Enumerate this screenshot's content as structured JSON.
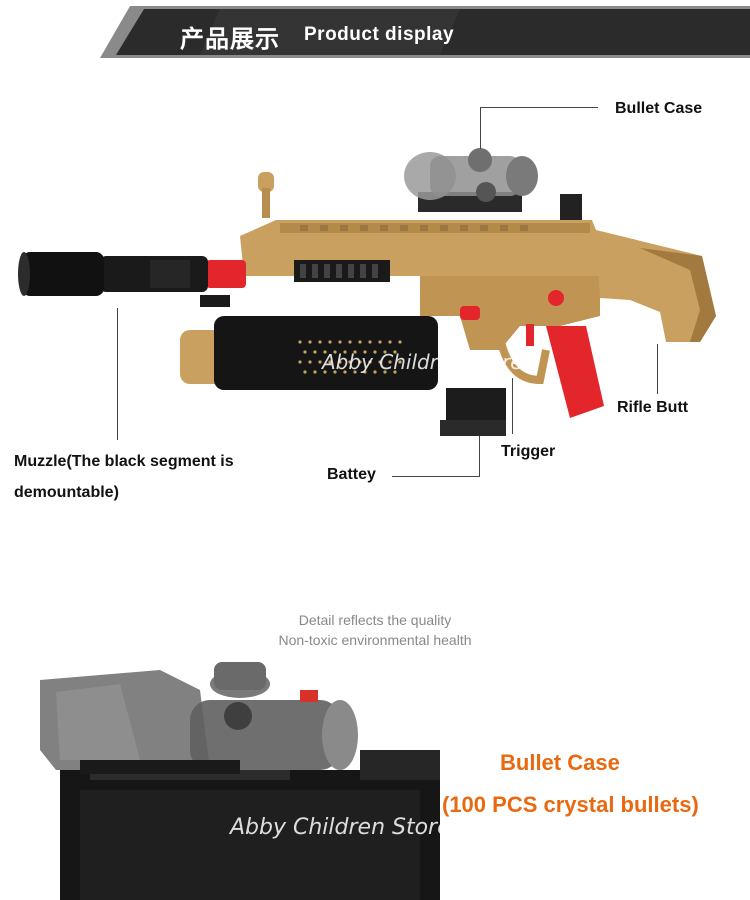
{
  "header": {
    "title_zh": "产品展示",
    "title_en": "Product display",
    "colors": {
      "banner_dark": "#2a2a2a",
      "banner_mid": "#555555",
      "accent": "#8a8a8a"
    }
  },
  "callouts": {
    "bullet_case": "Bullet Case",
    "rifle_butt": "Rifle Butt",
    "trigger": "Trigger",
    "battey": "Battey",
    "muzzle_line1": "Muzzle(The black segment is",
    "muzzle_line2": "demountable)"
  },
  "watermark": "Abby Children Store",
  "detail": {
    "line1": "Detail reflects the quality",
    "line2": "Non-toxic environmental health"
  },
  "detail_callout": {
    "title": "Bullet Case",
    "subtitle": "(100 PCS crystal bullets)",
    "color": "#e8690f"
  },
  "product_colors": {
    "body_tan": "#c9a060",
    "body_shadow": "#a27a3f",
    "black": "#161616",
    "red": "#e3262b",
    "scope_gray": "#8f8f8f"
  }
}
